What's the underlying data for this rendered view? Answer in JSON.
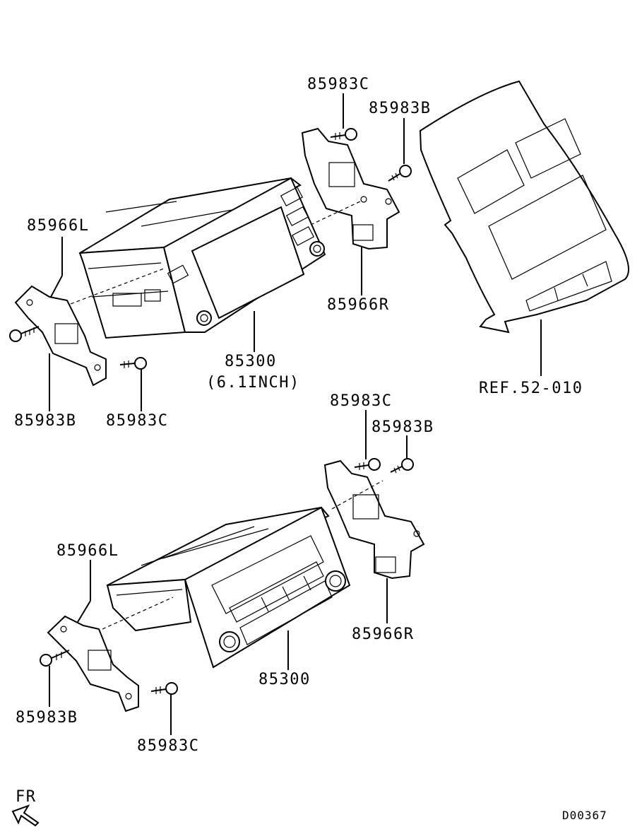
{
  "labels": {
    "top_bracket_l": "85966L",
    "top_bracket_r": "85966R",
    "top_screw_c_upper": "85983C",
    "top_screw_b_upper": "85983B",
    "top_screw_b_lower": "85983B",
    "top_screw_c_lower": "85983C",
    "top_unit": "85300",
    "top_unit_size": "(6.1INCH)",
    "panel_ref": "REF.52-010",
    "bottom_screw_c_upper": "85983C",
    "bottom_screw_b_upper": "85983B",
    "bottom_bracket_l": "85966L",
    "bottom_bracket_r": "85966R",
    "bottom_unit": "85300",
    "bottom_screw_b_lower": "85983B",
    "bottom_screw_c_lower": "85983C"
  },
  "orientation": "FR",
  "diagram_code": "D00367"
}
